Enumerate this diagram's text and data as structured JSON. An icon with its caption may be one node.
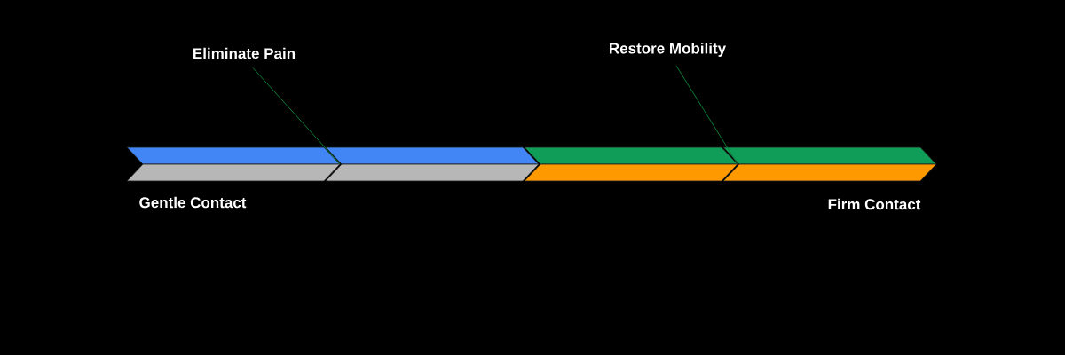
{
  "diagram": {
    "nodes": [
      {
        "text": [
          "Eliminate Pain"
        ]
      },
      {
        "text": [
          "Restore Mobility"
        ]
      },
      {
        "text": [],
        "shape": "bar"
      },
      {
        "text": [],
        "shape": "bar"
      },
      {
        "text": [],
        "shape": "bar"
      },
      {
        "text": [],
        "shape": "bar"
      }
    ],
    "edges": [
      {
        "from": 0,
        "to": 2,
        "arrow": "none"
      },
      {
        "from": 1,
        "to": 4,
        "arrow": "none"
      }
    ],
    "labels": [
      "Gentle Contact",
      "Firm Contact"
    ]
  }
}
